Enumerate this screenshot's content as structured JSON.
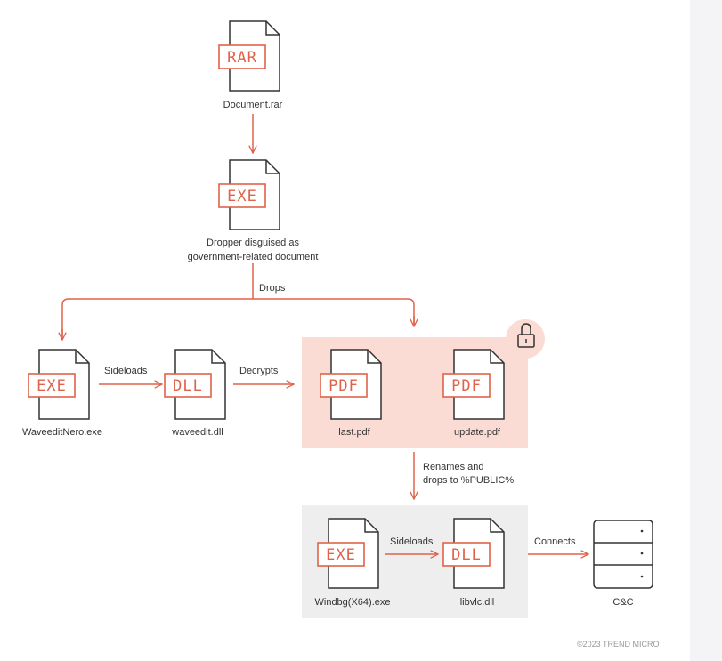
{
  "colors": {
    "accent": "#e0624a",
    "dark": "#333333",
    "encrypted_fill": "#fadcd4",
    "sideload_fill": "#eeeeee"
  },
  "nodes": {
    "document_rar": {
      "badge": "RAR",
      "label": "Document.rar"
    },
    "dropper": {
      "badge": "EXE",
      "label_line1": "Dropper disguised as",
      "label_line2": "government-related document"
    },
    "waveeditnero": {
      "badge": "EXE",
      "label": "WaveeditNero.exe"
    },
    "waveedit_dll": {
      "badge": "DLL",
      "label": "waveedit.dll"
    },
    "last_pdf": {
      "badge": "PDF",
      "label": "last.pdf"
    },
    "update_pdf": {
      "badge": "PDF",
      "label": "update.pdf"
    },
    "windbg": {
      "badge": "EXE",
      "label": "Windbg(X64).exe"
    },
    "libvlc": {
      "badge": "DLL",
      "label": "libvlc.dll"
    },
    "cnc": {
      "icon": "server-icon",
      "label": "C&C"
    }
  },
  "edges": {
    "drops": "Drops",
    "sideloads_1": "Sideloads",
    "decrypts": "Decrypts",
    "renames_line1": "Renames and",
    "renames_line2": "drops to %PUBLIC%",
    "sideloads_2": "Sideloads",
    "connects": "Connects"
  },
  "icons": {
    "lock": "lock-icon"
  },
  "footer": {
    "copyright": "©2023 TREND MICRO"
  }
}
